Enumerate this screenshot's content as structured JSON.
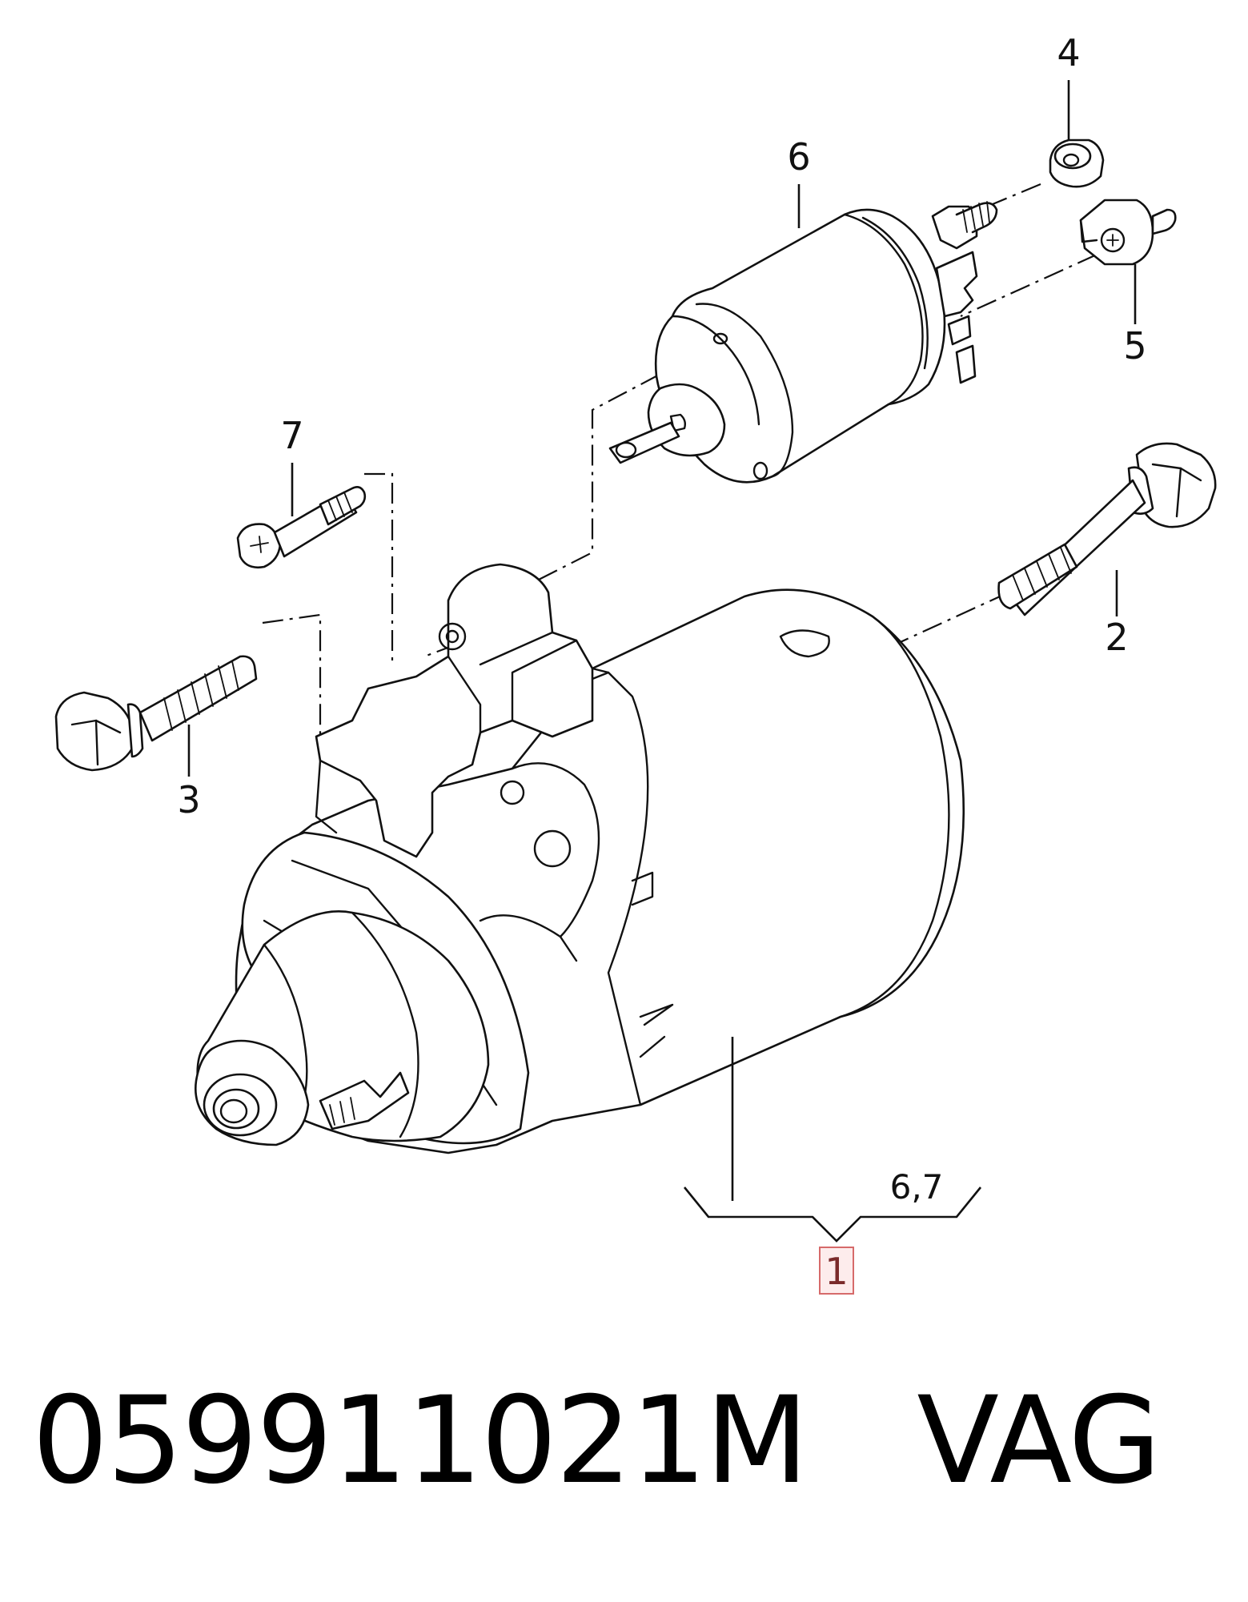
{
  "callouts": {
    "c1": "1",
    "c2": "2",
    "c3": "3",
    "c4": "4",
    "c5": "5",
    "c6": "6",
    "c7": "7",
    "c67": "6,7"
  },
  "footer": {
    "part_number": "059911021M",
    "brand": "VAG"
  },
  "colors": {
    "highlight_box_stroke": "#d66a6a",
    "highlight_box_fill": "#fdecec"
  }
}
